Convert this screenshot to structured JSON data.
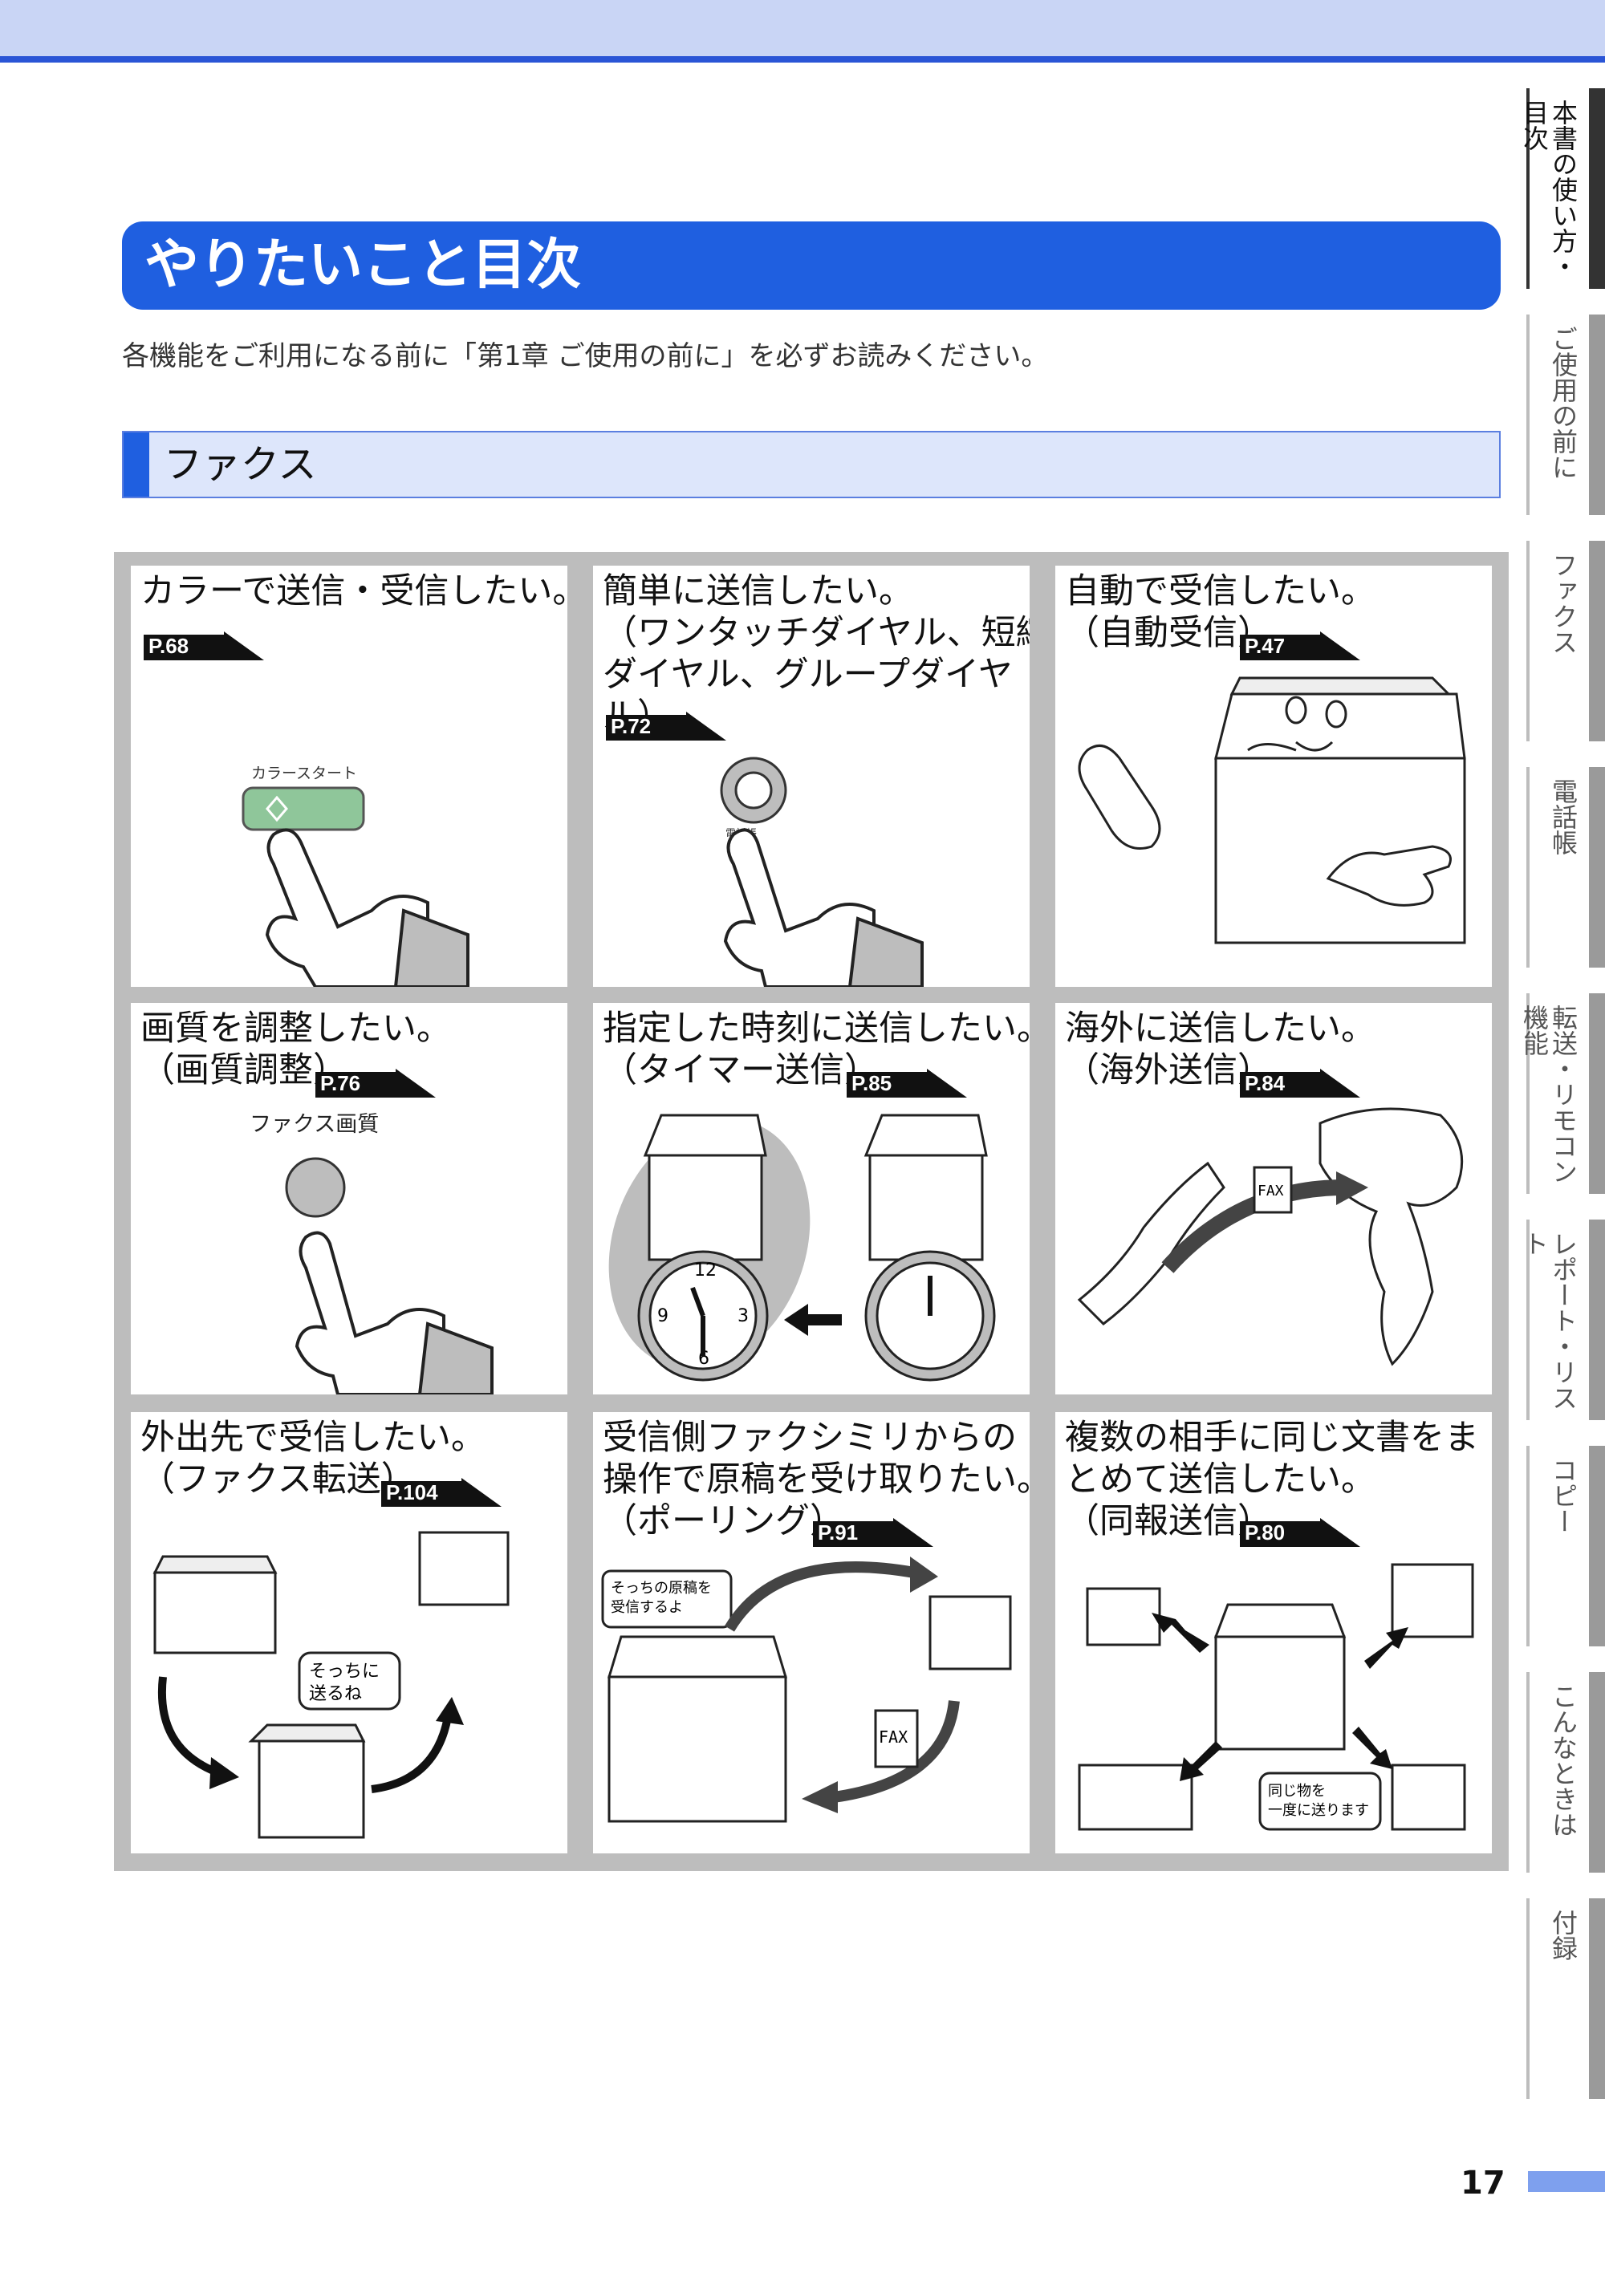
{
  "page_title": "やりたいこと目次",
  "intro": "各機能をご利用になる前に「第1章 ご使用の前に」を必ずお読みください。",
  "section_title": "ファクス",
  "cells": [
    {
      "title": "カラーで送信・受信したい。",
      "ref": "P.68",
      "button_label": "カラースタート"
    },
    {
      "title": "簡単に送信したい。\n（ワンタッチダイヤル、短縮\nダイヤル、グループダイヤル）",
      "ref": "P.72",
      "button_label": "電話帳"
    },
    {
      "title": "自動で受信したい。\n（自動受信）",
      "ref": "P.47"
    },
    {
      "title": "画質を調整したい。\n（画質調整）",
      "ref": "P.76",
      "button_label": "ファクス画質"
    },
    {
      "title": "指定した時刻に送信したい。\n（タイマー送信）",
      "ref": "P.85",
      "clock_numbers": [
        "12",
        "3",
        "6",
        "9"
      ]
    },
    {
      "title": "海外に送信したい。\n（海外送信）",
      "ref": "P.84",
      "fax_label": "FAX"
    },
    {
      "title": "外出先で受信したい。\n（ファクス転送）",
      "ref": "P.104",
      "bubble_text": "そっちに\n送るね"
    },
    {
      "title": "受信側ファクシミリからの\n操作で原稿を受け取りたい。\n（ポーリング）",
      "ref": "P.91",
      "bubble_text": "そっちの原稿を\n受信するよ",
      "fax_label": "FAX"
    },
    {
      "title": "複数の相手に同じ文書をま\nとめて送信したい。\n（同報送信）",
      "ref": "P.80",
      "bubble_text": "同じ物を\n一度に送ります"
    }
  ],
  "side_tabs": [
    "本書の使い方・目次",
    "ご使用の前に",
    "ファクス",
    "電話帳",
    "転送・リモコン機能",
    "レポート・リスト",
    "コピー",
    "こんなときは",
    "付録"
  ],
  "page_number": "17"
}
